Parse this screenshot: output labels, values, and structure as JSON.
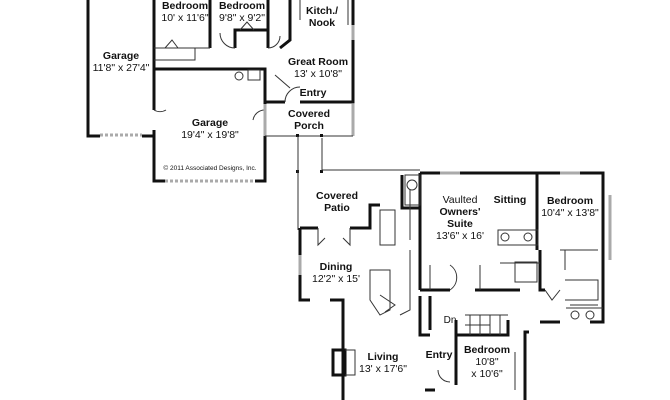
{
  "plan": {
    "rooms": [
      {
        "id": "bedroom-1",
        "name": "Bedroom",
        "size": "10' x 11'6\""
      },
      {
        "id": "bedroom-2",
        "name": "Bedroom",
        "size": "9'8\" x 9'2\""
      },
      {
        "id": "kitchen-nook",
        "name": "Kitch./",
        "name2": "Nook"
      },
      {
        "id": "garage-left",
        "name": "Garage",
        "size": "11'8\" x 27'4\""
      },
      {
        "id": "great-room",
        "name": "Great Room",
        "size": "13' x 10'8\""
      },
      {
        "id": "entry-upper",
        "name": "Entry"
      },
      {
        "id": "garage-center",
        "name": "Garage",
        "size": "19'4\" x 19'8\""
      },
      {
        "id": "covered-porch",
        "name": "Covered",
        "name2": "Porch"
      },
      {
        "id": "covered-patio",
        "name": "Covered",
        "name2": "Patio"
      },
      {
        "id": "owners-suite",
        "pre": "Vaulted",
        "name": "Owners'",
        "name2": "Suite",
        "size": "13'6\" x 16'"
      },
      {
        "id": "sitting",
        "name": "Sitting"
      },
      {
        "id": "bedroom-3",
        "name": "Bedroom",
        "size": "10'4\" x 13'8\""
      },
      {
        "id": "dining",
        "name": "Dining",
        "size": "12'2\" x 15'"
      },
      {
        "id": "living",
        "name": "Living",
        "size": "13' x 17'6\""
      },
      {
        "id": "entry-lower",
        "name": "Entry"
      },
      {
        "id": "bedroom-4",
        "name": "Bedroom",
        "size": "10'8\"",
        "size2": "x 10'6\""
      }
    ],
    "stair_label": "Dn",
    "copyright": "© 2011 Associated Designs, Inc."
  }
}
